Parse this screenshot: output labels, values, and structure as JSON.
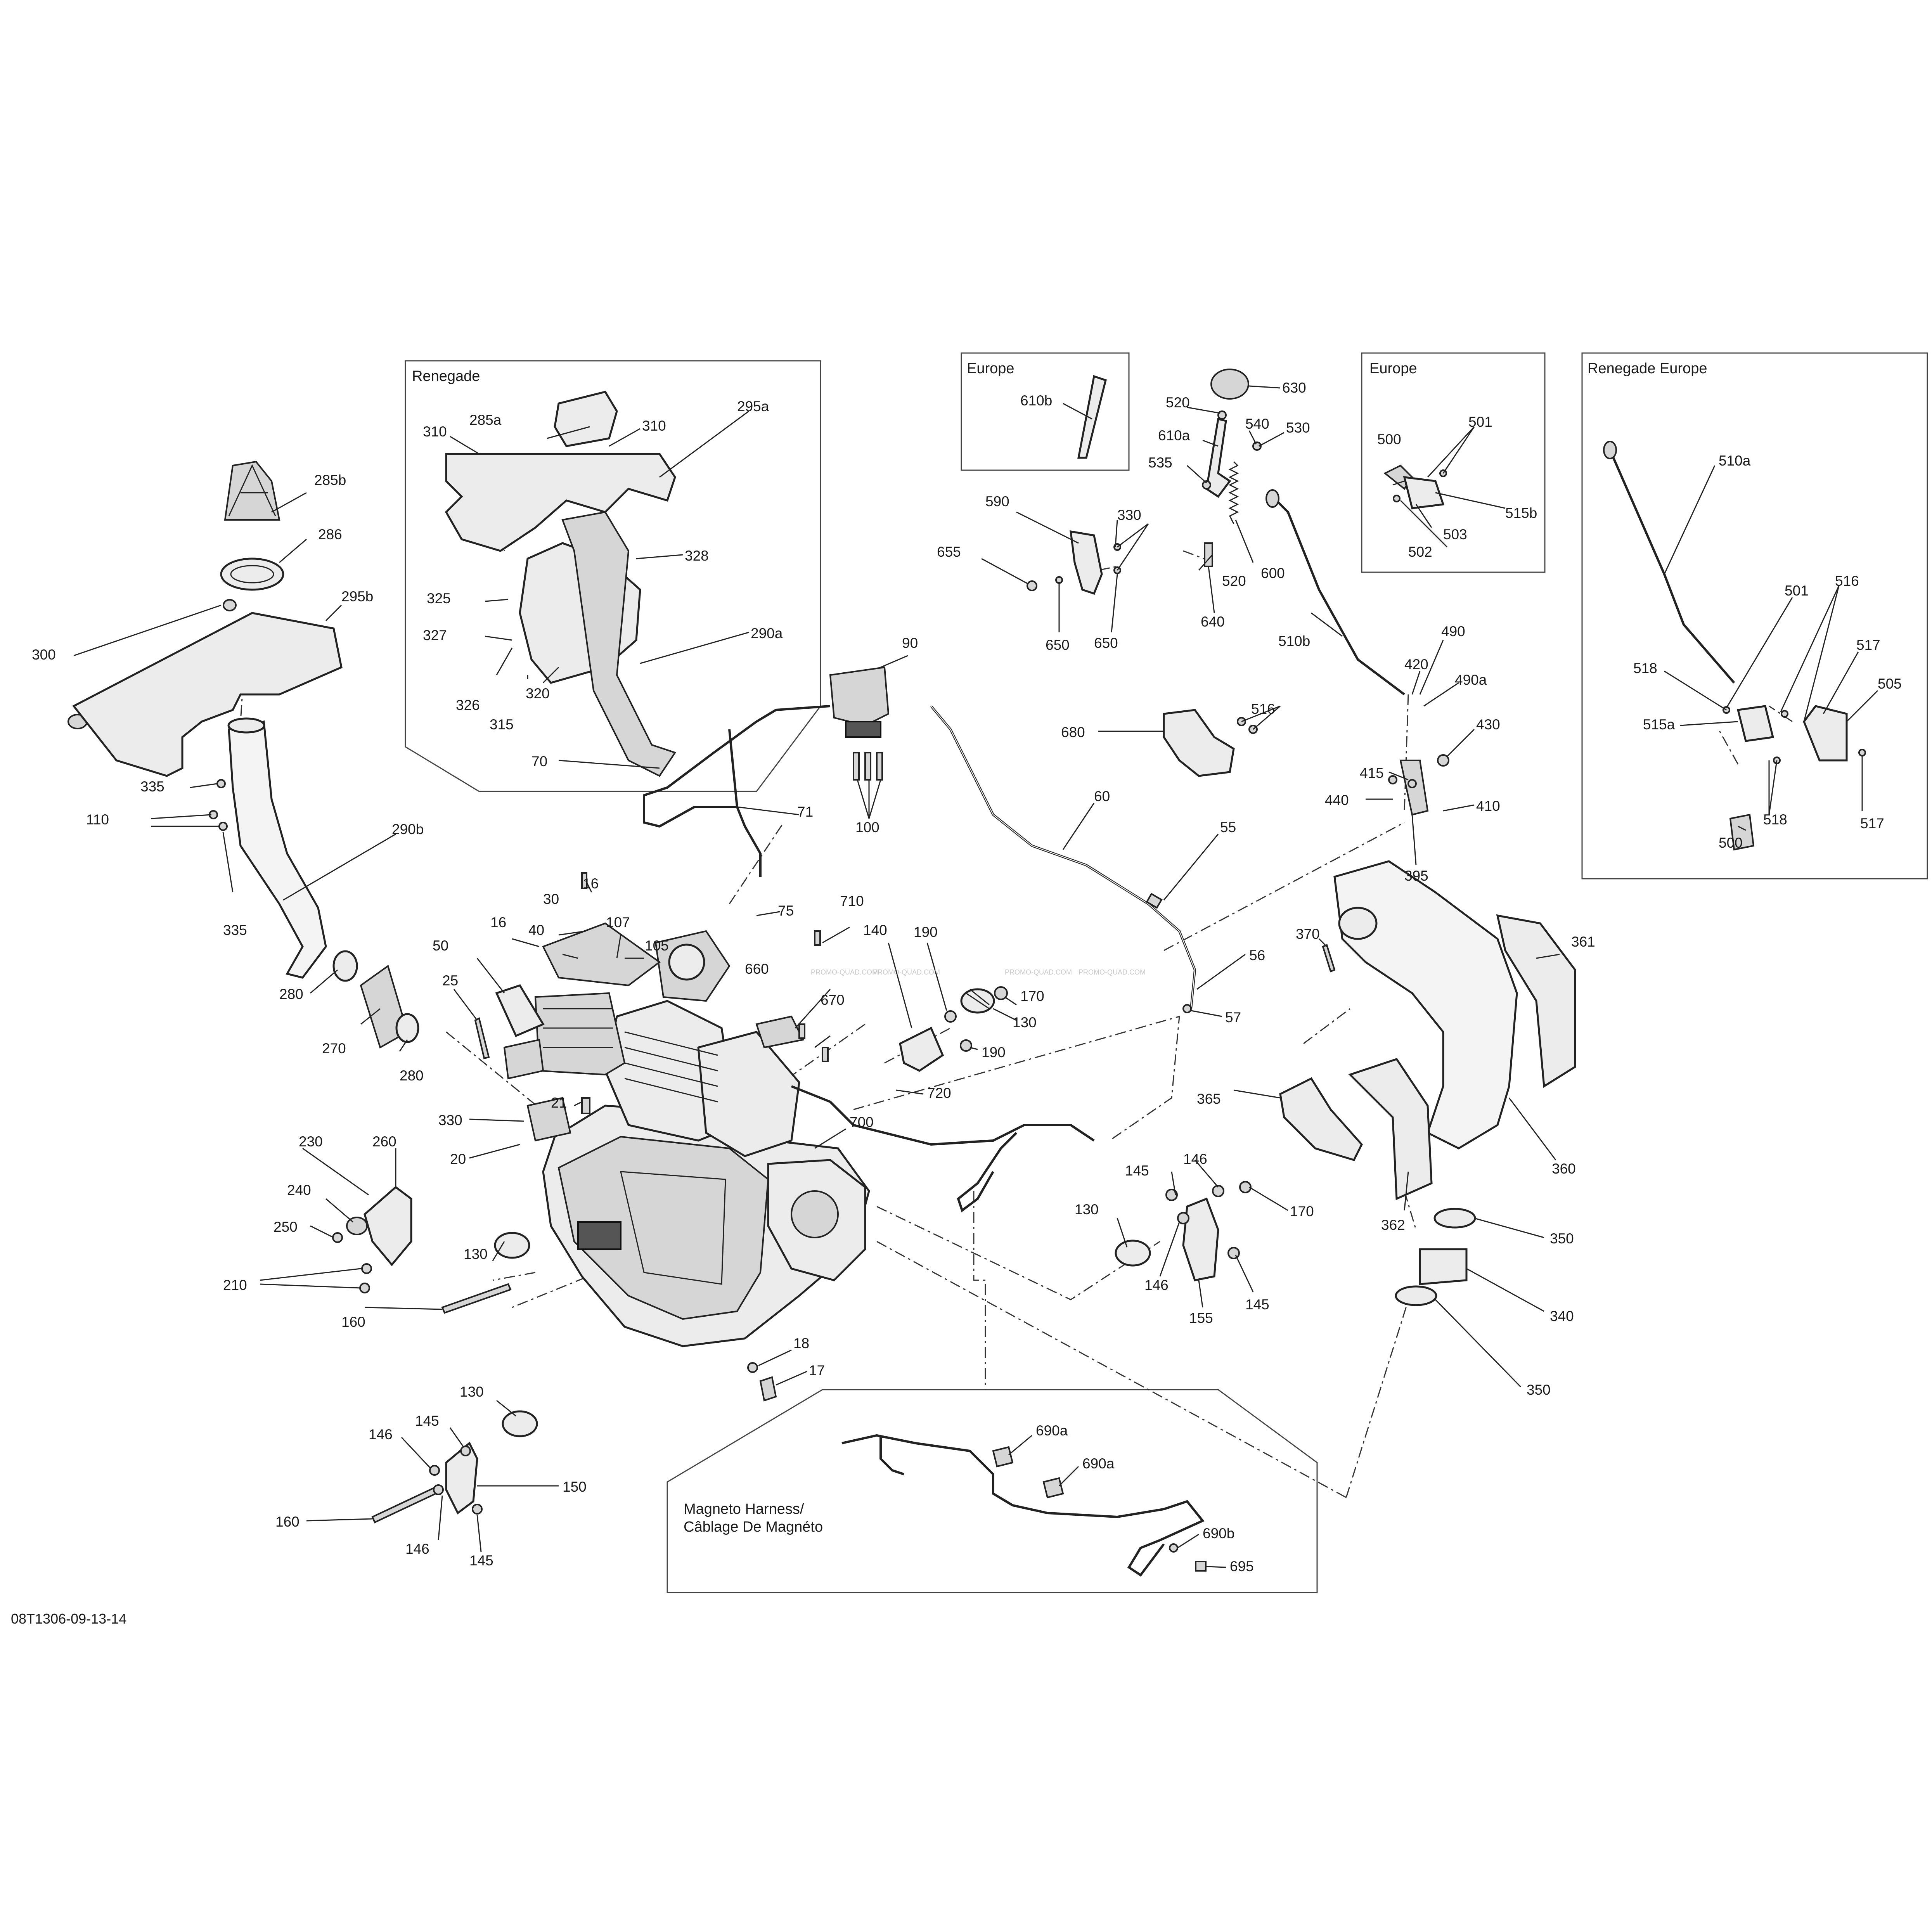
{
  "diagram_code": "08T1306-09-13-14",
  "watermark": "PROMO-QUAD.COM",
  "groups": {
    "renegade": "Renegade",
    "europe_lever": "Europe",
    "europe_switch": "Europe",
    "renegade_europe": "Renegade Europe",
    "magneto": {
      "line1": "Magneto Harness/",
      "line2": "Câblage De Magnéto"
    }
  },
  "callouts": {
    "c285a": "285a",
    "c310a": "310",
    "c310b": "310",
    "c295a": "295a",
    "c328": "328",
    "c325": "325",
    "c327": "327",
    "c326": "326",
    "c315": "315",
    "c320": "320",
    "c290a": "290a",
    "c285b": "285b",
    "c286": "286",
    "c295b": "295b",
    "c300": "300",
    "c335a": "335",
    "c110": "110",
    "c335b": "335",
    "c290b": "290b",
    "c280a": "280",
    "c270": "270",
    "c280b": "280",
    "c90": "90",
    "c70": "70",
    "c71": "71",
    "c100": "100",
    "c75": "75",
    "c16a": "16",
    "c30": "30",
    "c16b": "16",
    "c40": "40",
    "c107": "107",
    "c105": "105",
    "c50": "50",
    "c25": "25",
    "c21": "21",
    "c330a": "330",
    "c20": "20",
    "c660": "660",
    "c710": "710",
    "c670": "670",
    "c140": "140",
    "c190a": "190",
    "c170a": "170",
    "c130a": "130",
    "c190b": "190",
    "c720": "720",
    "c700": "700",
    "c230": "230",
    "c260": "260",
    "c240": "240",
    "c250": "250",
    "c210": "210",
    "c130b": "130",
    "c160a": "160",
    "c18": "18",
    "c17": "17",
    "c130c": "130",
    "c145a": "145",
    "c146a": "146",
    "c150": "150",
    "c160b": "160",
    "c146b": "146",
    "c145b": "145",
    "c60": "60",
    "c55": "55",
    "c56": "56",
    "c57": "57",
    "c145c": "145",
    "c146c": "146",
    "c170b": "170",
    "c130d": "130",
    "c146d": "146",
    "c155": "155",
    "c145d": "145",
    "c610b": "610b",
    "c630": "630",
    "c520a": "520",
    "c540": "540",
    "c530": "530",
    "c610a": "610a",
    "c535": "535",
    "c590": "590",
    "c330b": "330",
    "c655": "655",
    "c650a": "650",
    "c650b": "650",
    "c640": "640",
    "c520b": "520",
    "c600": "600",
    "c510b": "510b",
    "c680": "680",
    "c516a": "516",
    "c500a": "500",
    "c501a": "501",
    "c515b": "515b",
    "c503": "503",
    "c502": "502",
    "c420": "420",
    "c490": "490",
    "c490a": "490a",
    "c430": "430",
    "c415": "415",
    "c440": "440",
    "c410": "410",
    "c395": "395",
    "c510a": "510a",
    "c501b": "501",
    "c516b": "516",
    "c518a": "518",
    "c517a": "517",
    "c505": "505",
    "c515a": "515a",
    "c518b": "518",
    "c500b": "500",
    "c517b": "517",
    "c370": "370",
    "c361": "361",
    "c365": "365",
    "c360": "360",
    "c362": "362",
    "c350a": "350",
    "c340": "340",
    "c350b": "350",
    "c690a1": "690a",
    "c690a2": "690a",
    "c690b": "690b",
    "c695": "695"
  }
}
